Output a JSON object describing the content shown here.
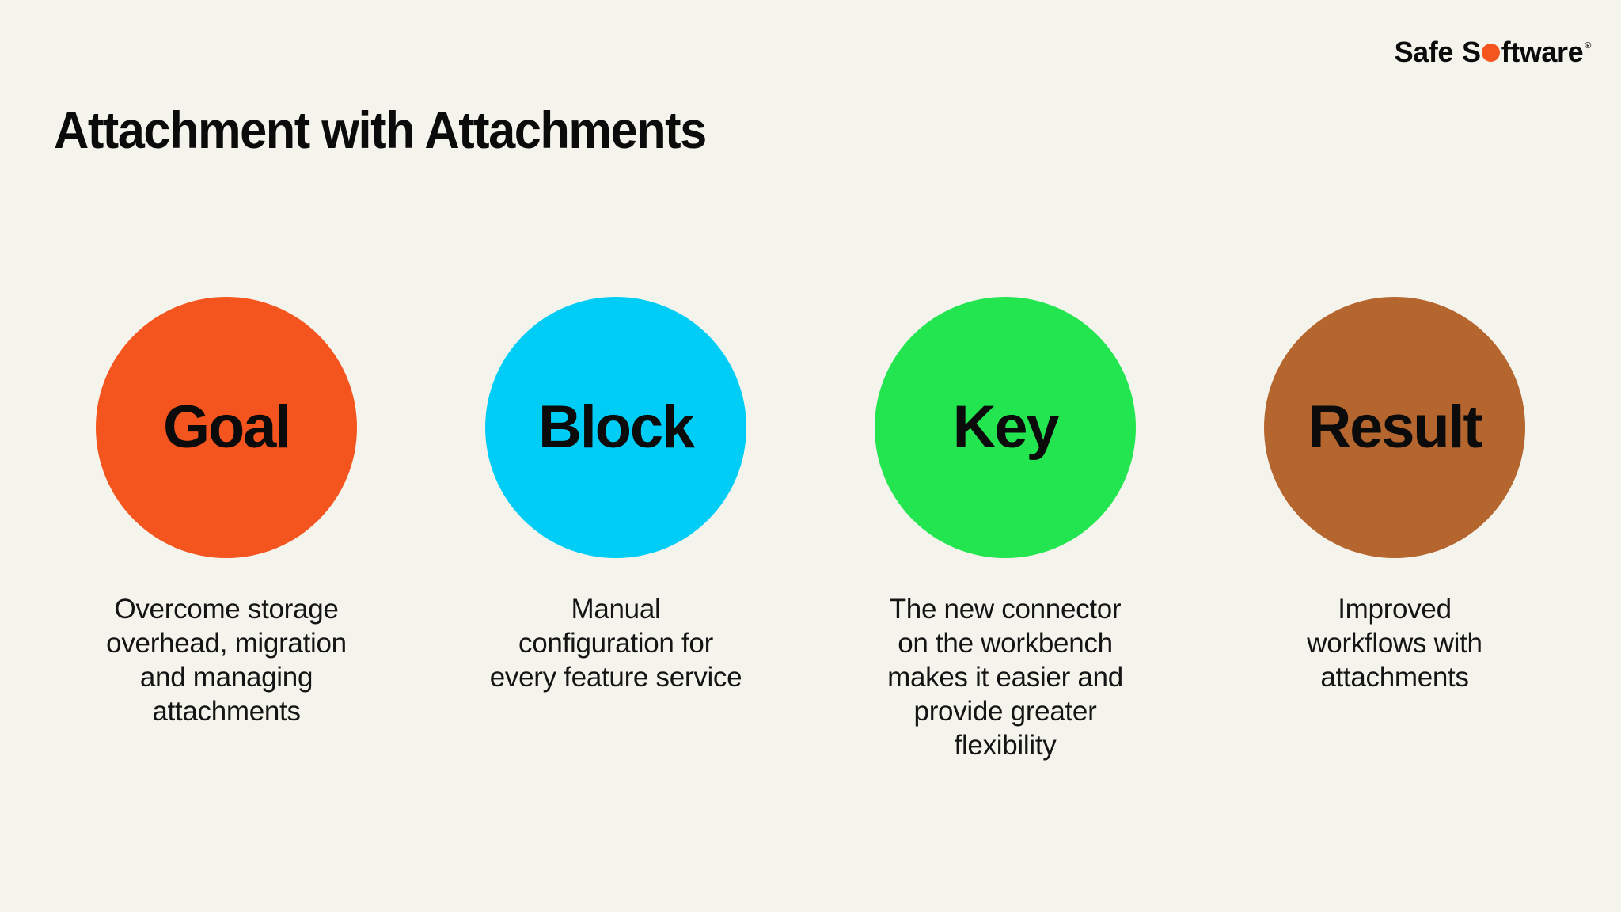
{
  "brand": {
    "logo_word_1": "Safe",
    "logo_word_2_start": "S",
    "logo_word_2_end": "ftware",
    "logo_trademark": "®",
    "accent_orange": "#F4551E"
  },
  "header": {
    "title": "Attachment with Attachments"
  },
  "background_color": "#F4F3EC",
  "columns": [
    {
      "label": "Goal",
      "color": "#F4551E",
      "caption": "Overcome storage\noverhead, migration\nand managing\nattachments"
    },
    {
      "label": "Block",
      "color": "#00CDF5",
      "caption": "Manual\nconfiguration for\nevery feature service"
    },
    {
      "label": "Key",
      "color": "#22E550",
      "caption": "The new connector\non the workbench\nmakes it easier and\nprovide greater\nflexibility"
    },
    {
      "label": "Result",
      "color": "#B5662E",
      "caption": "Improved\nworkflows with\nattachments"
    }
  ]
}
